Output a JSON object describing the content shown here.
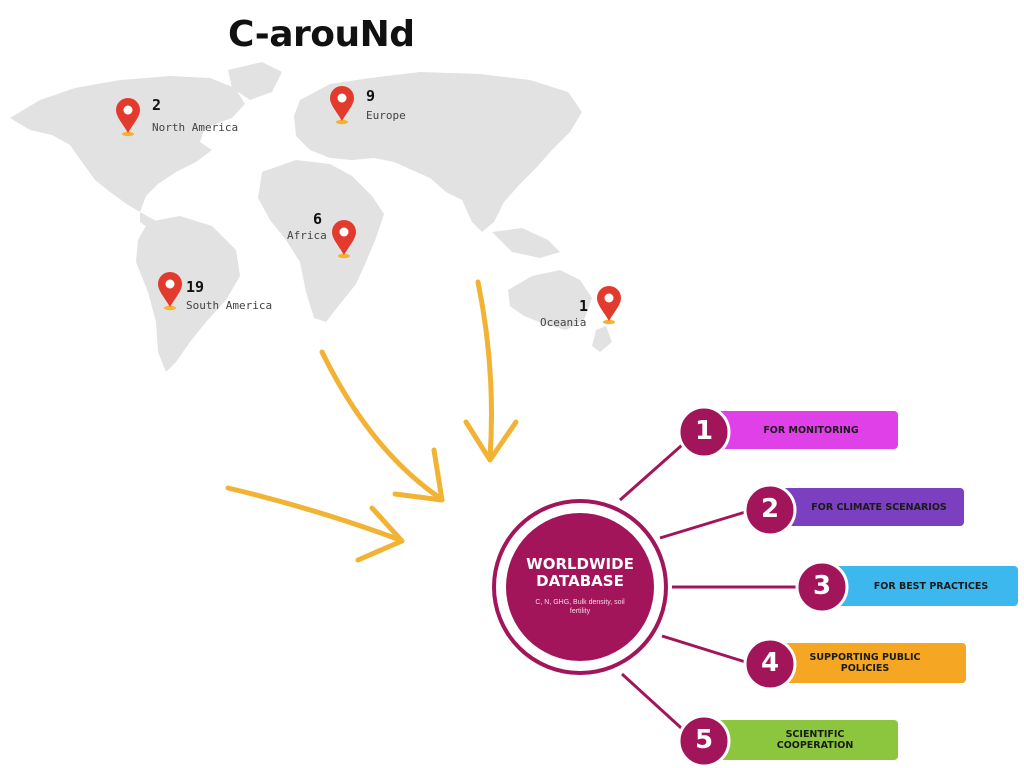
{
  "title": "C-arouNd",
  "regions": [
    {
      "count": "2",
      "name": "North America"
    },
    {
      "count": "9",
      "name": "Europe"
    },
    {
      "count": "6",
      "name": "Africa"
    },
    {
      "count": "19",
      "name": "South America"
    },
    {
      "count": "1",
      "name": "Oceania"
    }
  ],
  "database": {
    "title": "WORLDWIDE DATABASE",
    "subtitle": "C, N, GHG, Bulk density, soil fertility"
  },
  "items": [
    {
      "number": "1",
      "label": "FOR MONITORING",
      "color": "#e040e8"
    },
    {
      "number": "2",
      "label": "FOR CLIMATE SCENARIOS",
      "color": "#7b3fbf"
    },
    {
      "number": "3",
      "label": "FOR BEST PRACTICES",
      "color": "#3db8ee"
    },
    {
      "number": "4",
      "label": "SUPPORTING PUBLIC POLICIES",
      "color": "#f5a623"
    },
    {
      "number": "5",
      "label": "SCIENTIFIC COOPERATION",
      "color": "#8cc63f"
    }
  ],
  "colors": {
    "accent": "#a3155a",
    "pin": "#e23b2e",
    "arrow": "#f2b233",
    "map": "#e2e2e2"
  }
}
